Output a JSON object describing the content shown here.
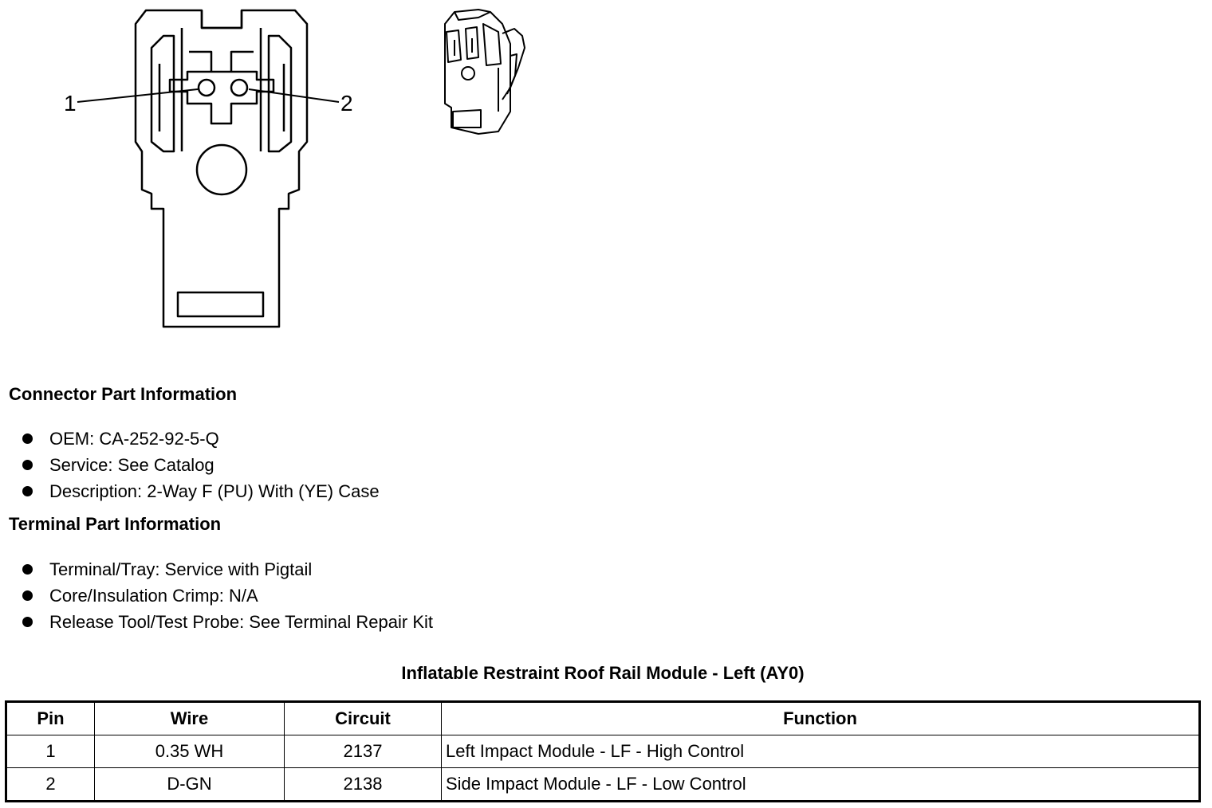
{
  "diagram": {
    "pin_labels": [
      "1",
      "2"
    ]
  },
  "connector_info": {
    "heading": "Connector Part Information",
    "items": [
      "OEM: CA-252-92-5-Q",
      "Service: See Catalog",
      "Description: 2-Way F (PU) With (YE) Case"
    ]
  },
  "terminal_info": {
    "heading": "Terminal Part Information",
    "items": [
      "Terminal/Tray: Service with Pigtail",
      "Core/Insulation Crimp: N/A",
      "Release Tool/Test Probe: See Terminal Repair Kit"
    ]
  },
  "pin_table": {
    "title": "Inflatable Restraint Roof Rail Module - Left (AY0)",
    "headers": [
      "Pin",
      "Wire",
      "Circuit",
      "Function"
    ],
    "rows": [
      [
        "1",
        "0.35 WH",
        "2137",
        "Left Impact Module - LF - High Control"
      ],
      [
        "2",
        "D-GN",
        "2138",
        "Side Impact Module - LF - Low Control"
      ]
    ]
  }
}
